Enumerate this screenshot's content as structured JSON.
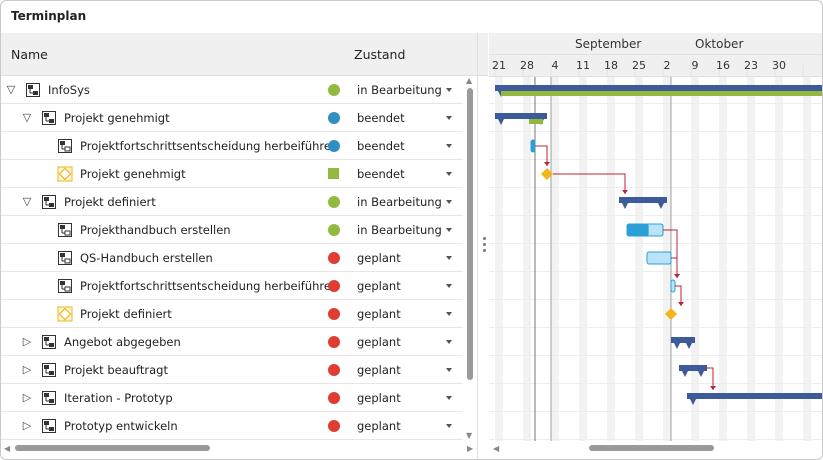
{
  "window": {
    "title": "Terminplan"
  },
  "columns": {
    "name": "Name",
    "status": "Zustand"
  },
  "timeline": {
    "months": [
      {
        "label": "September"
      },
      {
        "label": "Oktober"
      }
    ],
    "days": [
      "21",
      "28",
      "4",
      "11",
      "18",
      "25",
      "2",
      "9",
      "16",
      "23",
      "30"
    ]
  },
  "colors": {
    "in_progress": "#92b93d",
    "done": "#2f8fc1",
    "planned": "#e03c31",
    "bar_summary": "#3d5a99",
    "bar_task": "#2b9fd6",
    "bar_task_light": "#b9e3f6",
    "milestone": "#f2b51b",
    "link": "#b8243a"
  },
  "rows": [
    {
      "level": 0,
      "expander": "open",
      "icon": "project-icon",
      "label": "InfoSys",
      "status": "in Bearbeitung",
      "status_kind": "in_progress"
    },
    {
      "level": 1,
      "expander": "open",
      "icon": "project-icon",
      "label": "Projekt genehmigt",
      "status": "beendet",
      "status_kind": "done"
    },
    {
      "level": 2,
      "expander": "none",
      "icon": "task-icon",
      "label": "Projektfortschrittsentscheidung herbeiführen",
      "status": "beendet",
      "status_kind": "done"
    },
    {
      "level": 2,
      "expander": "none",
      "icon": "milestone-icon",
      "label": "Projekt genehmigt",
      "status": "beendet",
      "status_kind": "done_square"
    },
    {
      "level": 1,
      "expander": "open",
      "icon": "project-icon",
      "label": "Projekt definiert",
      "status": "in Bearbeitung",
      "status_kind": "in_progress"
    },
    {
      "level": 2,
      "expander": "none",
      "icon": "task-icon",
      "label": "Projekthandbuch erstellen",
      "status": "in Bearbeitung",
      "status_kind": "in_progress"
    },
    {
      "level": 2,
      "expander": "none",
      "icon": "task-icon",
      "label": "QS-Handbuch erstellen",
      "status": "geplant",
      "status_kind": "planned"
    },
    {
      "level": 2,
      "expander": "none",
      "icon": "task-icon",
      "label": "Projektfortschrittsentscheidung herbeiführen",
      "status": "geplant",
      "status_kind": "planned"
    },
    {
      "level": 2,
      "expander": "none",
      "icon": "milestone-icon",
      "label": "Projekt definiert",
      "status": "geplant",
      "status_kind": "planned"
    },
    {
      "level": 1,
      "expander": "closed",
      "icon": "project-icon",
      "label": "Angebot abgegeben",
      "status": "geplant",
      "status_kind": "planned"
    },
    {
      "level": 1,
      "expander": "closed",
      "icon": "project-icon",
      "label": "Projekt beauftragt",
      "status": "geplant",
      "status_kind": "planned"
    },
    {
      "level": 1,
      "expander": "closed",
      "icon": "project-icon",
      "label": "Iteration - Prototyp",
      "status": "geplant",
      "status_kind": "planned"
    },
    {
      "level": 1,
      "expander": "closed",
      "icon": "project-icon",
      "label": "Prototyp entwickeln",
      "status": "geplant",
      "status_kind": "planned"
    }
  ],
  "gantt": {
    "start_date": "2015-08-18",
    "today": "2015-08-28",
    "bars": [
      {
        "row": 0,
        "kind": "summary",
        "start": "2015-08-18",
        "end": "2015-11-15",
        "progress": 1.0
      },
      {
        "row": 1,
        "kind": "summary",
        "start": "2015-08-18",
        "end": "2015-08-31"
      },
      {
        "row": 2,
        "kind": "task",
        "start": "2015-08-27",
        "end": "2015-08-28",
        "progress": 1.0
      },
      {
        "row": 3,
        "kind": "milestone",
        "start": "2015-08-31"
      },
      {
        "row": 4,
        "kind": "summary",
        "start": "2015-09-18",
        "end": "2015-09-30"
      },
      {
        "row": 5,
        "kind": "task",
        "start": "2015-09-20",
        "end": "2015-09-29",
        "progress": 0.6
      },
      {
        "row": 6,
        "kind": "task",
        "start": "2015-09-25",
        "end": "2015-10-01",
        "progress": 0.0
      },
      {
        "row": 7,
        "kind": "task",
        "start": "2015-10-01",
        "end": "2015-10-02",
        "progress": 0.0
      },
      {
        "row": 8,
        "kind": "milestone",
        "start": "2015-10-01"
      },
      {
        "row": 9,
        "kind": "summary",
        "start": "2015-10-01",
        "end": "2015-10-07"
      },
      {
        "row": 10,
        "kind": "summary",
        "start": "2015-10-03",
        "end": "2015-10-10"
      },
      {
        "row": 11,
        "kind": "summary",
        "start": "2015-10-05",
        "end": "2015-11-15"
      }
    ],
    "links": [
      {
        "from": 2,
        "to": 3
      },
      {
        "from": 3,
        "to": 4
      },
      {
        "from": 5,
        "to": 7
      },
      {
        "from": 6,
        "to": 7
      },
      {
        "from": 7,
        "to": 8
      },
      {
        "from": 10,
        "to": 11
      }
    ]
  }
}
